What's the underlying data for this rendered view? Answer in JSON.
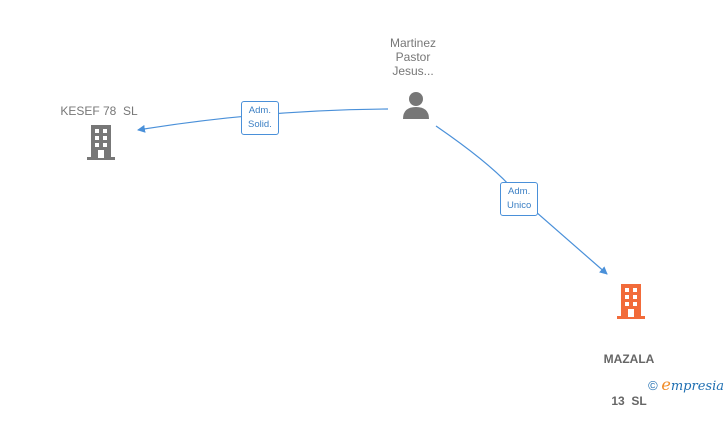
{
  "nodes": {
    "person": {
      "line1": "Martinez",
      "line2": "Pastor",
      "line3": "Jesus..."
    },
    "kesef": {
      "label": "KESEF 78  SL"
    },
    "mazala": {
      "line1": "MAZALA",
      "line2": "13  SL"
    }
  },
  "edges": [
    {
      "line1": "Adm.",
      "line2": "Solid."
    },
    {
      "line1": "Adm.",
      "line2": "Unico"
    }
  ],
  "watermark": {
    "symbol": "©",
    "brand_initial": "e",
    "brand_rest": "mpresia"
  },
  "colors": {
    "edge": "#4a90d9",
    "node_gray": "#777777",
    "highlight": "#f26b3a"
  }
}
